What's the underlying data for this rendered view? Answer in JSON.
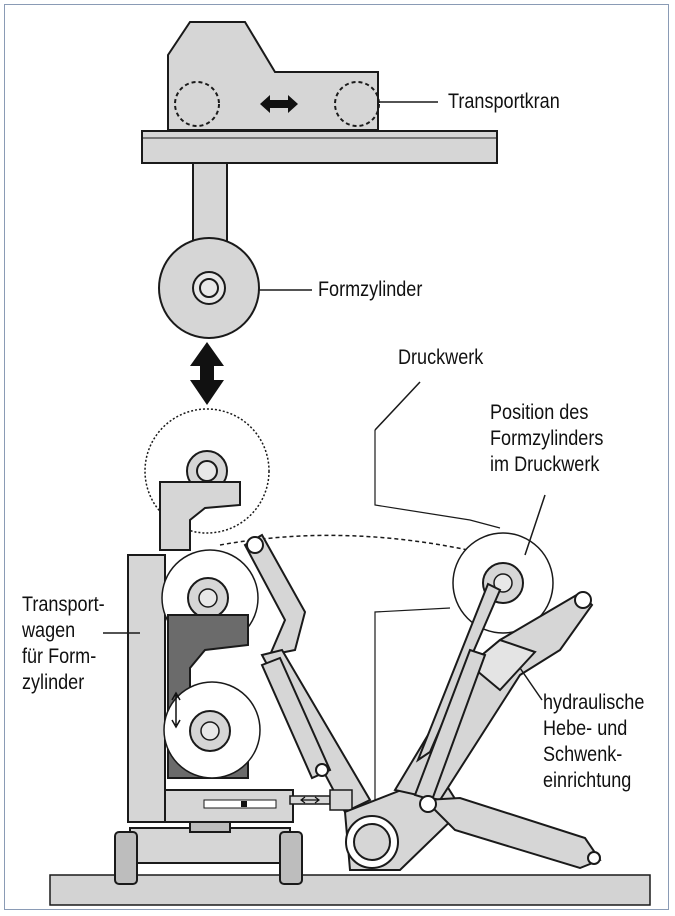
{
  "labels": {
    "transportkran": "Transportkran",
    "formzylinder": "Formzylinder",
    "druckwerk": "Druckwerk",
    "position": [
      "Position des",
      "Formzylinders",
      "im Druckwerk"
    ],
    "transportwagen": [
      "Transport-",
      "wagen",
      "für Form-",
      "zylinder"
    ],
    "hydraulik": [
      "hydraulische",
      "Hebe- und",
      "Schwenk-",
      "einrichtung"
    ]
  },
  "colors": {
    "part_fill": "#d6d6d6",
    "part_dark": "#6b6b6b",
    "stroke": "#1a1a1a",
    "floor": "#d3d3d3",
    "frame": "#8a9bb5"
  }
}
